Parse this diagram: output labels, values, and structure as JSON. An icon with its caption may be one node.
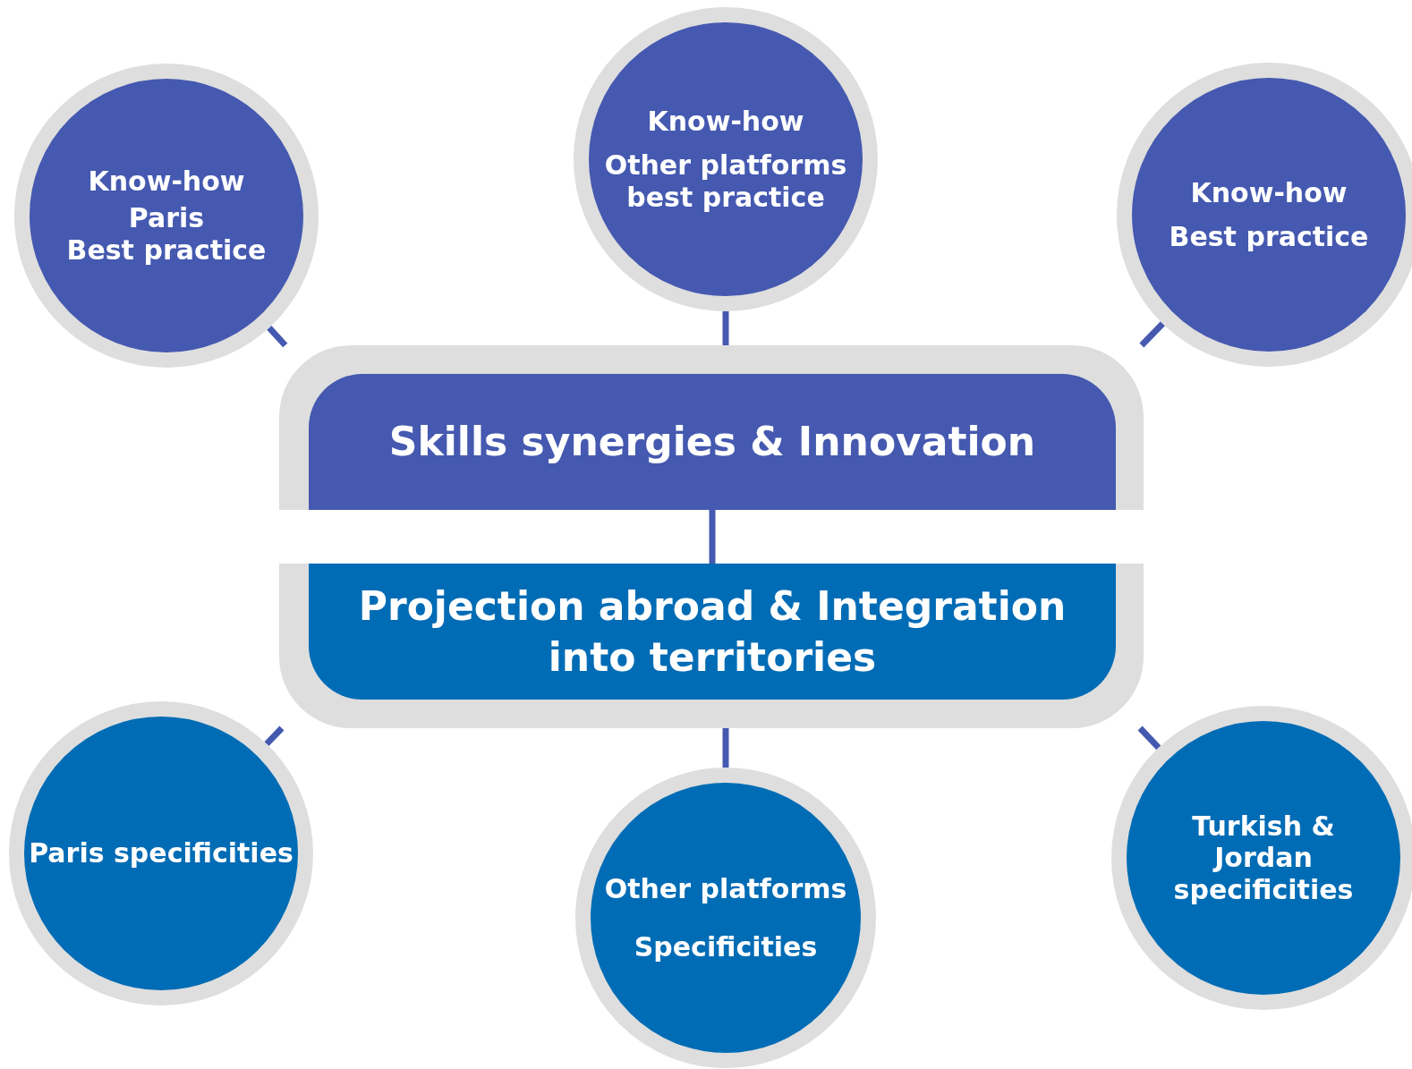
{
  "diagram": {
    "nodes": [
      {
        "text": [
          "Know-how",
          "Paris",
          "Best practice"
        ]
      },
      {
        "text": [
          "Know-how",
          "Other platforms best practice"
        ]
      },
      {
        "text": [
          "Know-how",
          "Best practice"
        ]
      },
      {
        "text": [],
        "shape": "box"
      },
      {
        "text": [
          "Skills synergies & Innovation"
        ],
        "in": 3
      },
      {
        "text": [
          "Projection abroad & Integration into territories"
        ],
        "in": 3
      },
      {
        "text": [
          "Paris specificities"
        ]
      },
      {
        "text": [
          "Other platforms",
          "Specificities"
        ]
      },
      {
        "text": [
          "Turkish & Jordan specificities"
        ]
      }
    ],
    "edges": [
      {
        "from": 0,
        "to": 3,
        "arrow": "none"
      },
      {
        "from": 1,
        "to": 3,
        "arrow": "none"
      },
      {
        "from": 2,
        "to": 3,
        "arrow": "none"
      },
      {
        "from": 4,
        "to": 5,
        "arrow": "none"
      },
      {
        "from": 6,
        "to": 3,
        "arrow": "none"
      },
      {
        "from": 7,
        "to": 3,
        "arrow": "none"
      },
      {
        "from": 8,
        "to": 3,
        "arrow": "none"
      }
    ]
  }
}
